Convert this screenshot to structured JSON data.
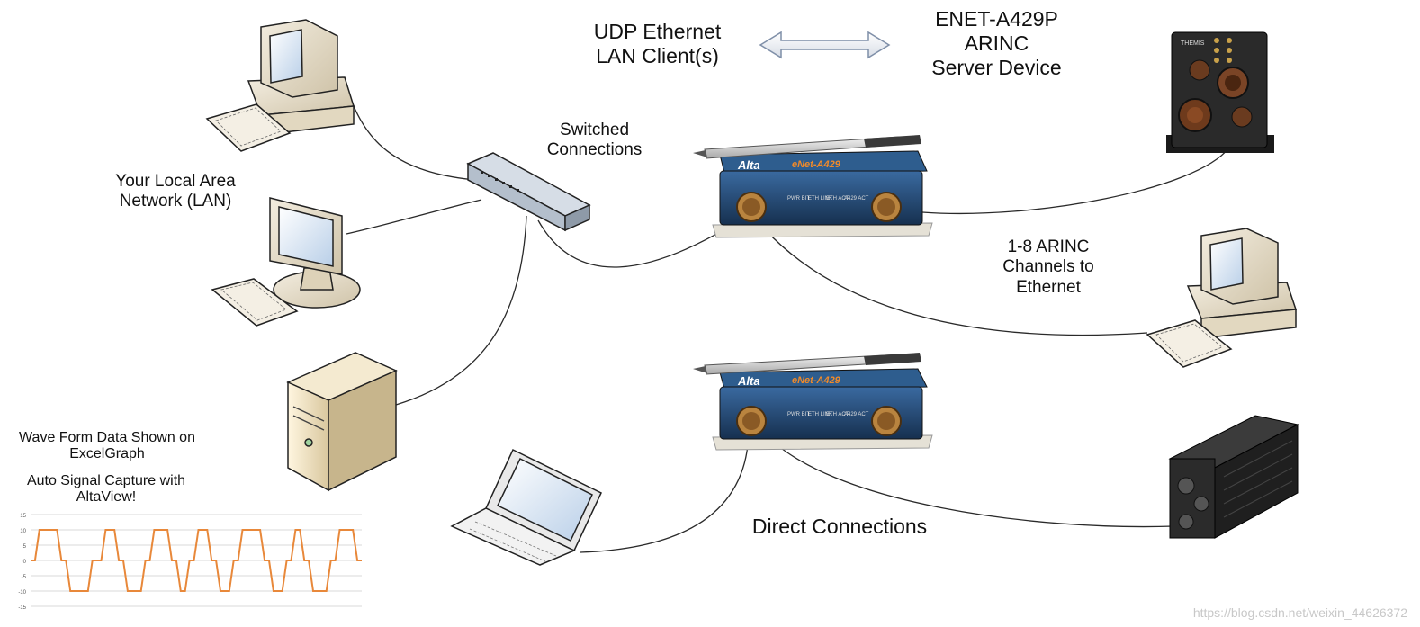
{
  "labels": {
    "udp_client": [
      "UDP Ethernet",
      "LAN Client(s)"
    ],
    "server": [
      "ENET-A429P",
      "ARINC",
      "Server Device"
    ],
    "switched": [
      "Switched",
      "Connections"
    ],
    "lan": [
      "Your Local Area",
      "Network (LAN)"
    ],
    "arinc_channels": [
      "1-8 ARINC",
      "Channels to",
      "Ethernet"
    ],
    "direct": "Direct Connections",
    "waveform_caption": [
      "Wave Form Data Shown on",
      "ExcelGraph"
    ],
    "capture_caption": [
      "Auto Signal Capture with",
      "AltaView!"
    ]
  },
  "device": {
    "brand": "Alta",
    "model": "eNet-A429",
    "leds": [
      "PWR BIT",
      "ETH LINK",
      "ETH ACT",
      "A429 ACT"
    ],
    "box_logo": "THEMIS"
  },
  "colors": {
    "wave": "#e8883a",
    "device_body": "#1f3f66",
    "wire": "#2a2a2a",
    "arrow": "#7f8fa8"
  },
  "chart_data": {
    "type": "line",
    "y_ticks": [
      "15",
      "10",
      "5",
      "0",
      "-5",
      "-10",
      "-15"
    ],
    "ylim": [
      -15,
      15
    ],
    "grid": true,
    "pattern": [
      0,
      0,
      10,
      10,
      10,
      10,
      10,
      0,
      0,
      -10,
      -10,
      -10,
      -10,
      -10,
      0,
      0,
      0,
      10,
      10,
      10,
      0,
      0,
      -10,
      -10,
      -10,
      -10,
      0,
      0,
      10,
      10,
      10,
      10,
      0,
      0,
      -10,
      -10,
      0,
      0,
      10,
      10,
      10,
      0,
      0,
      -10,
      -10,
      -10,
      0,
      0,
      10,
      10,
      10,
      10,
      10,
      0,
      0,
      -10,
      -10,
      -10,
      0,
      0,
      10,
      10,
      0,
      0,
      -10,
      -10,
      -10,
      -10,
      0,
      0,
      10,
      10,
      10,
      10,
      0,
      0
    ]
  },
  "watermark": "https://blog.csdn.net/weixin_44626372"
}
